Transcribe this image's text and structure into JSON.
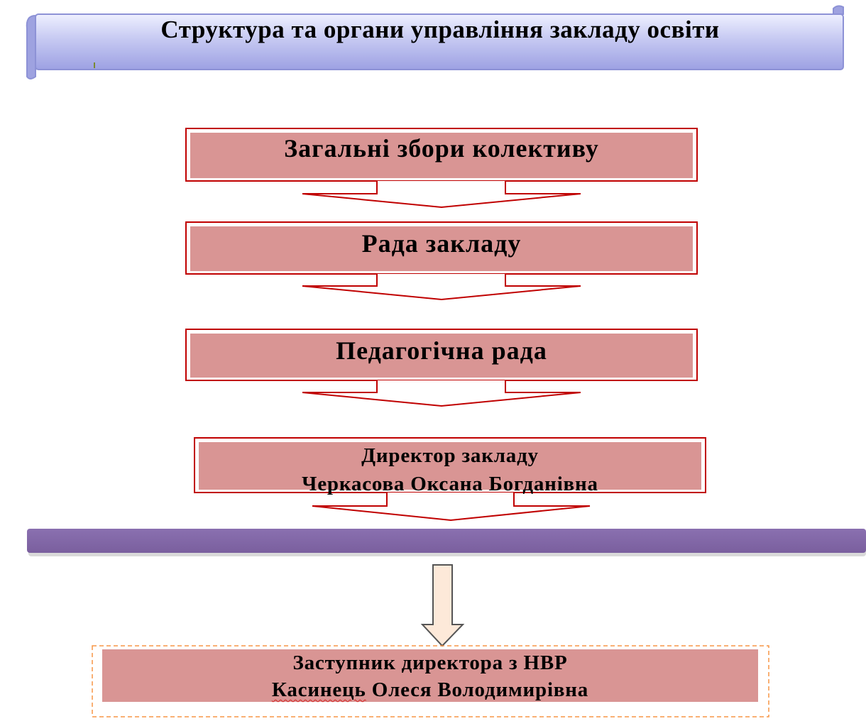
{
  "title": "Структура та органи управління закладу освіти",
  "nodes": [
    {
      "id": "general-meeting",
      "lines": [
        "Загальні збори колективу"
      ]
    },
    {
      "id": "council",
      "lines": [
        "Рада закладу"
      ]
    },
    {
      "id": "pedagogical-council",
      "lines": [
        "Педагогічна рада"
      ]
    },
    {
      "id": "director",
      "lines": [
        "Директор закладу",
        "Черкасова Оксана Богданівна"
      ]
    },
    {
      "id": "deputy",
      "lines": [
        "Заступник директора з НВР"
      ],
      "surname": "Касинець",
      "name_rest": " Олеся Володимирівна"
    }
  ],
  "colors": {
    "box_fill": "#d99594",
    "box_border": "#c00000",
    "arrow_fill": "#ffffff",
    "arrow_stroke": "#c00000",
    "banner_fill": "#b4b8ec",
    "divider_bar": "#8064a2",
    "down_arrow_fill": "#fde9d9",
    "dashed_border": "#f79646"
  },
  "icons": [
    "scroll-banner",
    "block-arrow-down",
    "down-arrow-icon"
  ]
}
